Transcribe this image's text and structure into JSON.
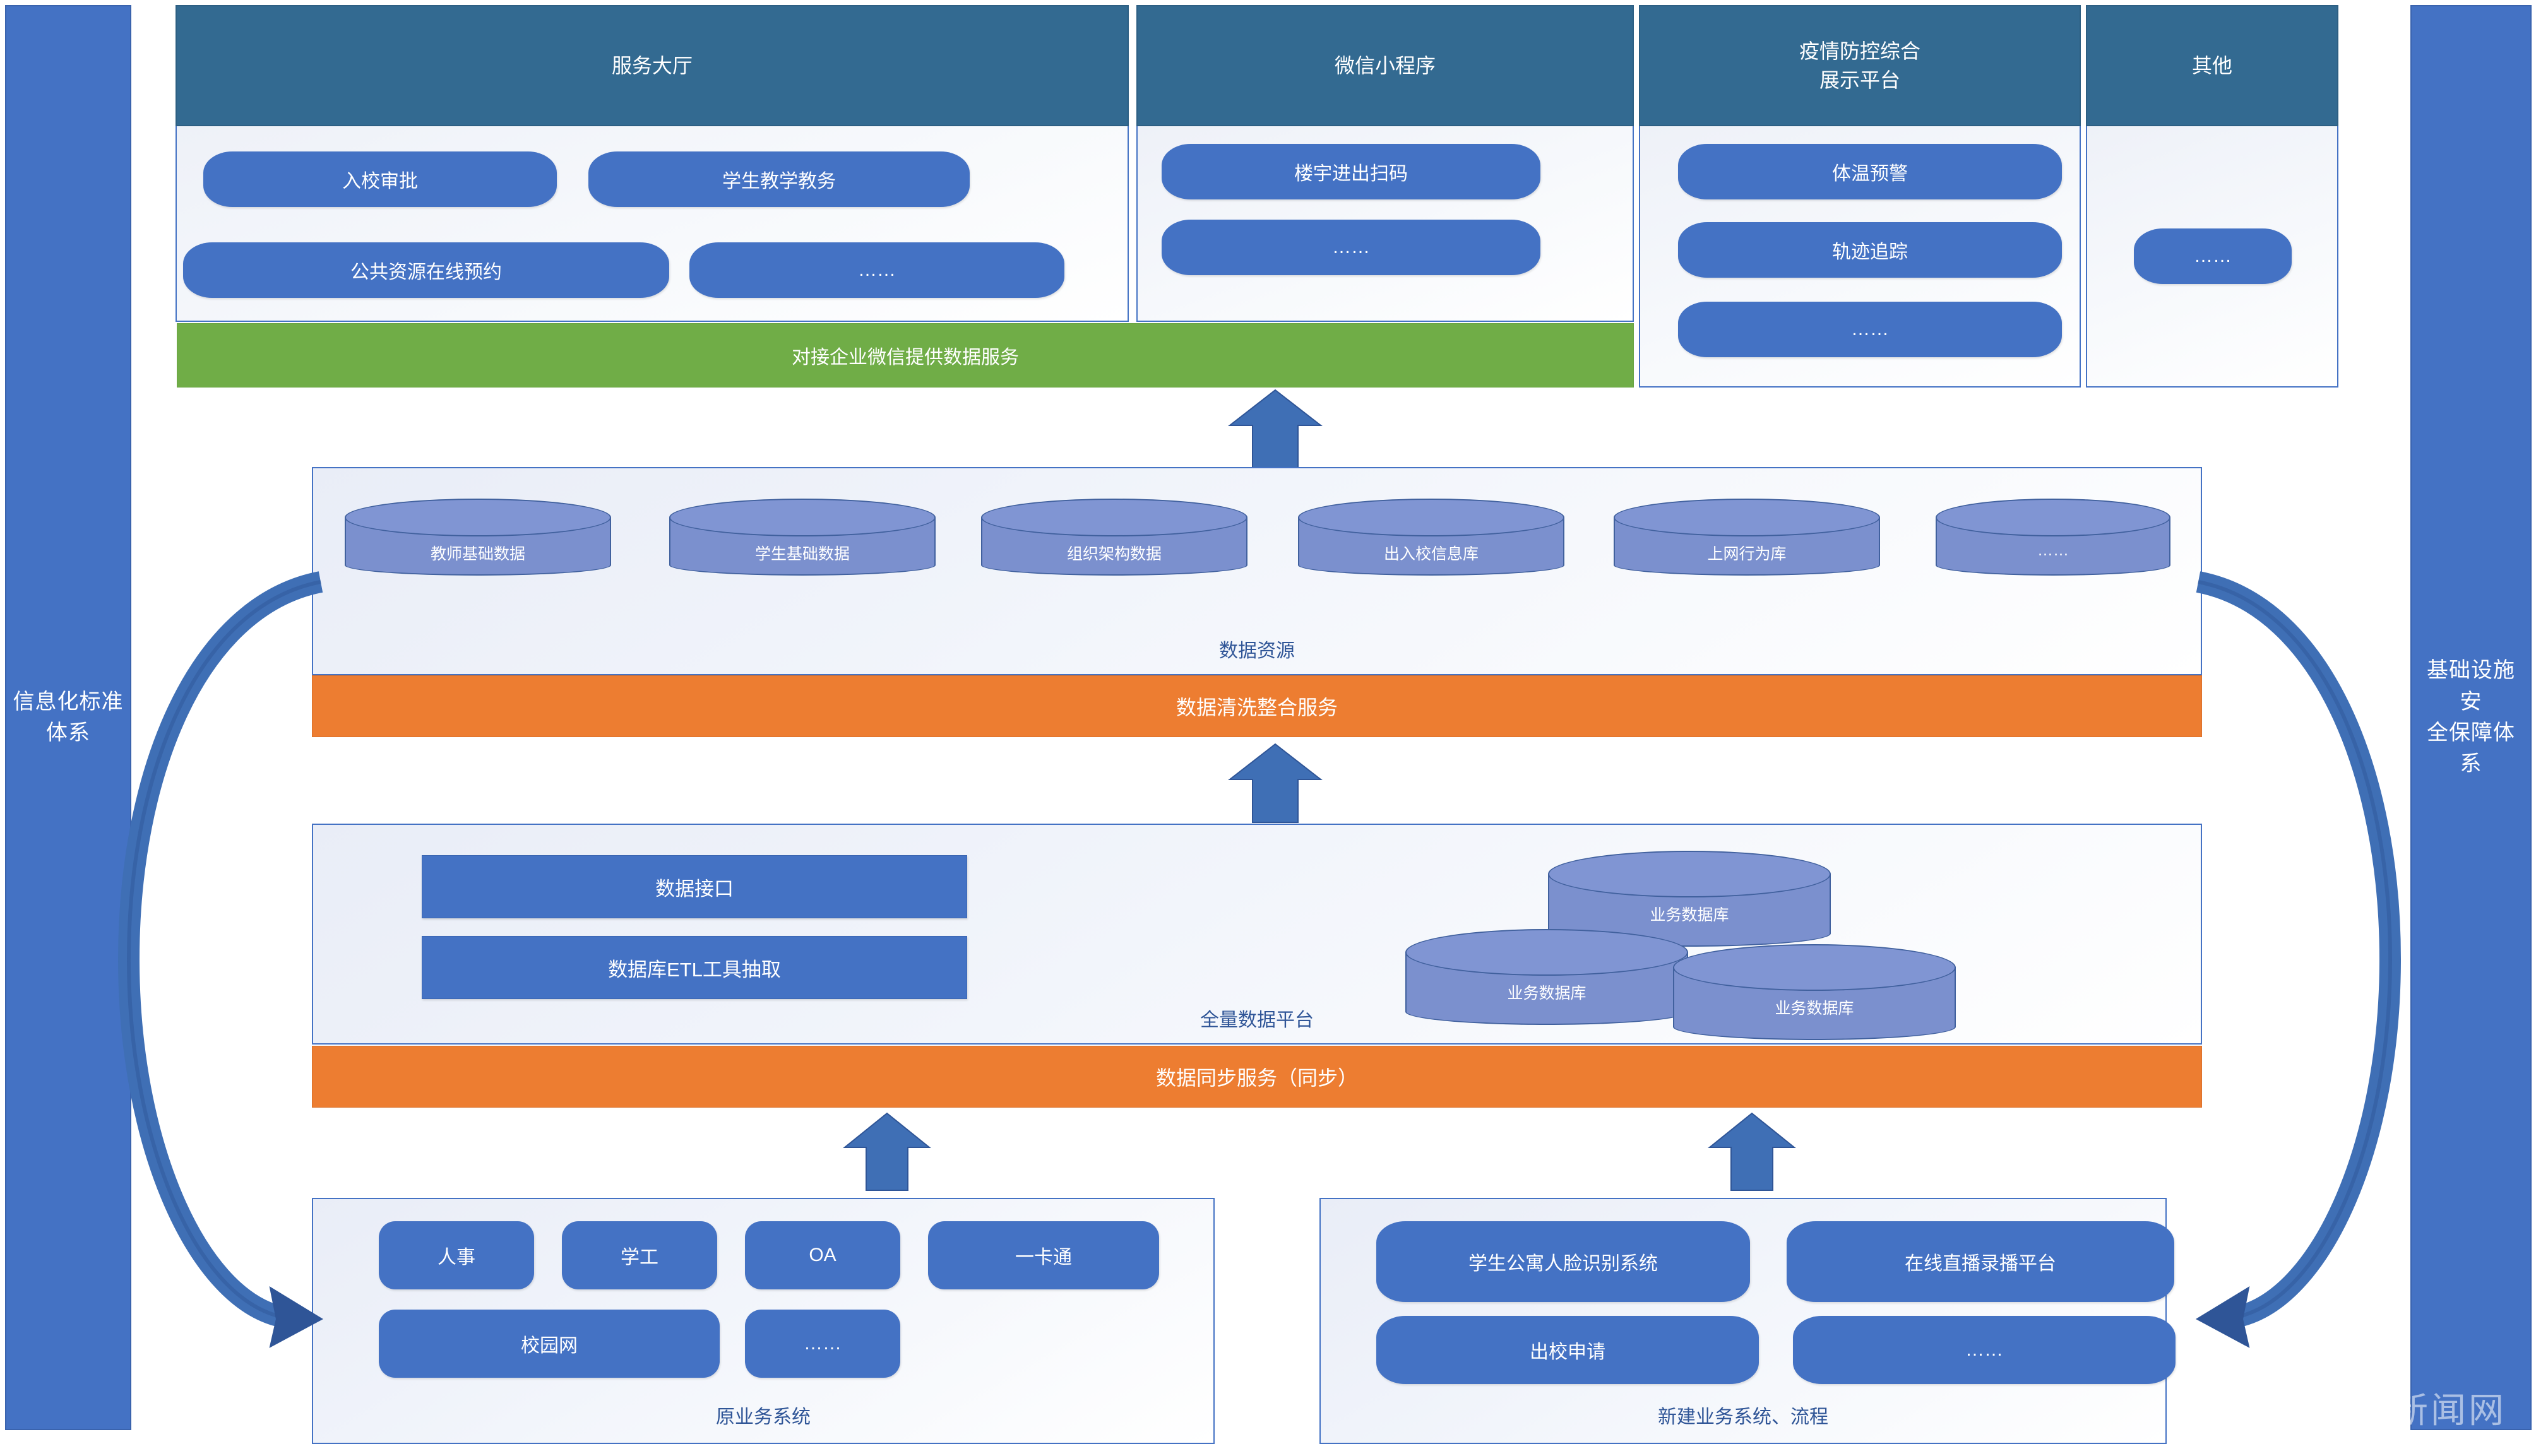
{
  "sides": {
    "left": {
      "label": "信息化标准\n体系",
      "line1": "信息化标准",
      "line2": "体系"
    },
    "right": {
      "line1": "基础设施安",
      "line2": "全保障体系"
    }
  },
  "channels": [
    {
      "title": "服务大厅",
      "items": [
        "入校审批",
        "学生教学教务",
        "公共资源在线预约",
        "……"
      ]
    },
    {
      "title": "微信小程序",
      "items": [
        "楼宇进出扫码",
        "……"
      ]
    },
    {
      "title": "疫情防控综合\n展示平台",
      "title_line1": "疫情防控综合",
      "title_line2": "展示平台",
      "items": [
        "体温预警",
        "轨迹追踪",
        "……"
      ]
    },
    {
      "title": "其他",
      "items": [
        "……"
      ]
    }
  ],
  "green_service_bar": {
    "label": "对接企业微信提供数据服务"
  },
  "data_resource": {
    "panel_label": "数据资源",
    "cylinders": [
      "教师基础数据",
      "学生基础数据",
      "组织架构数据",
      "出入校信息库",
      "上网行为库",
      "……"
    ]
  },
  "cleanse_bar": {
    "label": "数据清洗整合服务"
  },
  "full_platform": {
    "panel_label": "全量数据平台",
    "boxes": [
      "数据接口",
      "数据库ETL工具抽取"
    ],
    "db_cylinders": [
      "业务数据库",
      "业务数据库",
      "业务数据库"
    ]
  },
  "sync_bar": {
    "label": "数据同步服务（同步）"
  },
  "legacy_systems": {
    "panel_label": "原业务系统",
    "items": [
      "人事",
      "学工",
      "OA",
      "一卡通",
      "校园网",
      "……"
    ]
  },
  "new_systems": {
    "panel_label": "新建业务系统、流程",
    "items": [
      "学生公寓人脸识别系统",
      "在线直播录播平台",
      "出校申请",
      "……"
    ]
  },
  "watermark": {
    "text": "新闻网"
  },
  "colors": {
    "accent_blue": "#4472C4",
    "header_blue": "#336A91",
    "green": "#70AD47",
    "orange": "#ED7D31",
    "cylinder": "#7B90CE",
    "panel_border": "#4472C4",
    "label_text": "#2F5597"
  }
}
